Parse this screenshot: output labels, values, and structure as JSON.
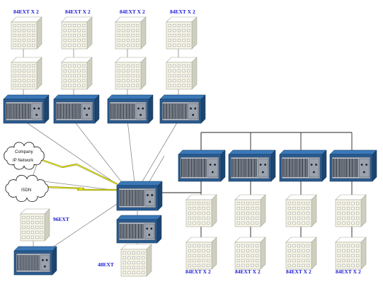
{
  "top_ext_labels": [
    "84EXT X 2",
    "84EXT X 2",
    "84EXT X 2",
    "84EXT X 2"
  ],
  "bottom_ext_labels": [
    "84EXT X 2",
    "84EXT X 2",
    "84EXT X 2",
    "84EXT X 2"
  ],
  "left_ext_label": "96EXT",
  "center_ext_label": "48EXT",
  "cloud_company_line1": "Company",
  "cloud_company_line2": "IP Network",
  "cloud_isdn": "ISDN",
  "colors": {
    "rack_frame": "#2a5c92",
    "rack_top": "#3b78b8",
    "rack_side": "#1c456f",
    "panel_face": "#f3f2e4",
    "panel_top": "#ffffff",
    "panel_side": "#cfcfc0",
    "lightning": "#e8e81a",
    "label_blue": "#1a1ad6"
  }
}
